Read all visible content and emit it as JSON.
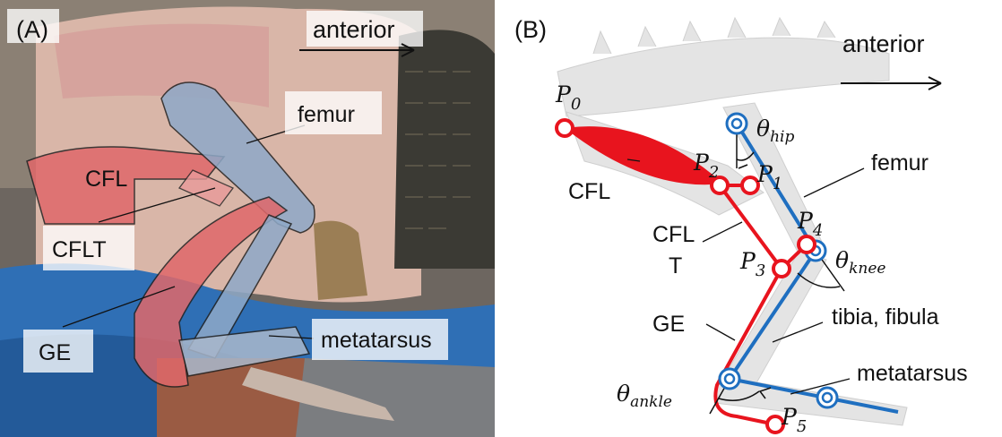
{
  "panel_a": {
    "tag": "(A)",
    "direction": "anterior",
    "labels": {
      "femur": "femur",
      "cfl": "CFL",
      "cflt": "CFLT",
      "ge": "GE",
      "metatarsus": "metatarsus"
    },
    "colors": {
      "background_flesh": "#d9b6a8",
      "muscle_red": "#e0686a",
      "bone_blue": "#8fa9c8",
      "tarp_blue": "#2f6fb5"
    }
  },
  "panel_b": {
    "tag": "(B)",
    "direction": "anterior",
    "labels": {
      "femur": "femur",
      "cfl": "CFL",
      "cflt_line1": "CFL",
      "cflt_line2": "T",
      "ge": "GE",
      "tibia_fibula": "tibia, fibula",
      "metatarsus": "metatarsus"
    },
    "points": {
      "p0": {
        "base": "P",
        "sub": "0"
      },
      "p1": {
        "base": "P",
        "sub": "1"
      },
      "p2": {
        "base": "P",
        "sub": "2"
      },
      "p3": {
        "base": "P",
        "sub": "3"
      },
      "p4": {
        "base": "P",
        "sub": "4"
      },
      "p5": {
        "base": "P",
        "sub": "5"
      }
    },
    "angles": {
      "hip": {
        "base": "θ",
        "sub": "hip"
      },
      "knee": {
        "base": "θ",
        "sub": "knee"
      },
      "ankle": {
        "base": "θ",
        "sub": "ankle"
      }
    },
    "colors": {
      "muscle_red": "#e8141e",
      "bone_blue": "#1f6fc0",
      "skeleton_gray": "#e6e6e6"
    }
  }
}
